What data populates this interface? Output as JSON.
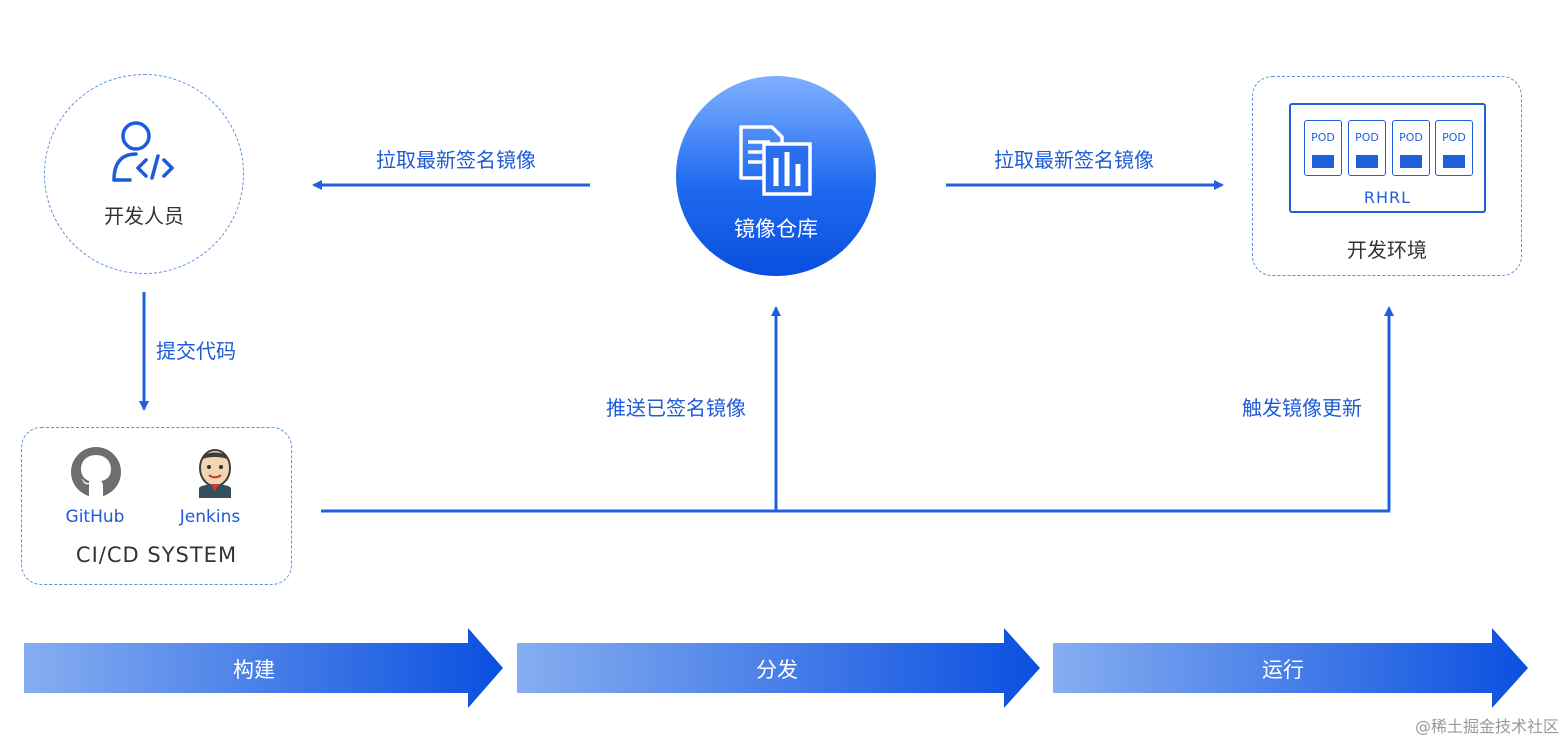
{
  "nodes": {
    "developer": {
      "label": "开发人员"
    },
    "registry": {
      "label": "镜像仓库"
    },
    "environment": {
      "label": "开发环境",
      "cluster_label": "RHRL",
      "pods": [
        "POD",
        "POD",
        "POD",
        "POD"
      ]
    },
    "cicd": {
      "label": "CI/CD SYSTEM",
      "tools": [
        {
          "name": "GitHub",
          "icon": "github-icon"
        },
        {
          "name": "Jenkins",
          "icon": "jenkins-icon"
        }
      ]
    }
  },
  "flows": {
    "pull_left": "拉取最新签名镜像",
    "pull_right": "拉取最新签名镜像",
    "commit": "提交代码",
    "push": "推送已签名镜像",
    "trigger": "触发镜像更新"
  },
  "phases": [
    "构建",
    "分发",
    "运行"
  ],
  "watermark": "@稀土掘金技术社区",
  "colors": {
    "primary": "#1d5bd8",
    "line": "#2060e0",
    "dashed_border": "#5b8fe6",
    "phase_start": "#86aef0",
    "phase_end": "#0a4fe0"
  },
  "icons": {
    "developer": "developer-code-icon",
    "registry": "registry-document-icon"
  }
}
